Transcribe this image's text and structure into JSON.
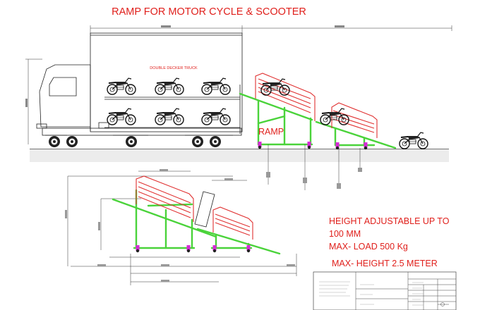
{
  "title": "RAMP FOR MOTOR CYCLE & SCOOTER",
  "truck_label": "DOUBLE DECKER TRUCK",
  "ramp_label": "RAMP",
  "specs": {
    "line1": "HEIGHT ADJUSTABLE UP TO",
    "line2": "100 MM",
    "line3": "MAX- LOAD 500 Kg",
    "line4": "MAX- HEIGHT 2.5 METER"
  },
  "colors": {
    "text_red": "#e0201c",
    "frame_green": "#4ad33a",
    "rail_red": "#e03030",
    "caster_magenta": "#d62ad6"
  }
}
